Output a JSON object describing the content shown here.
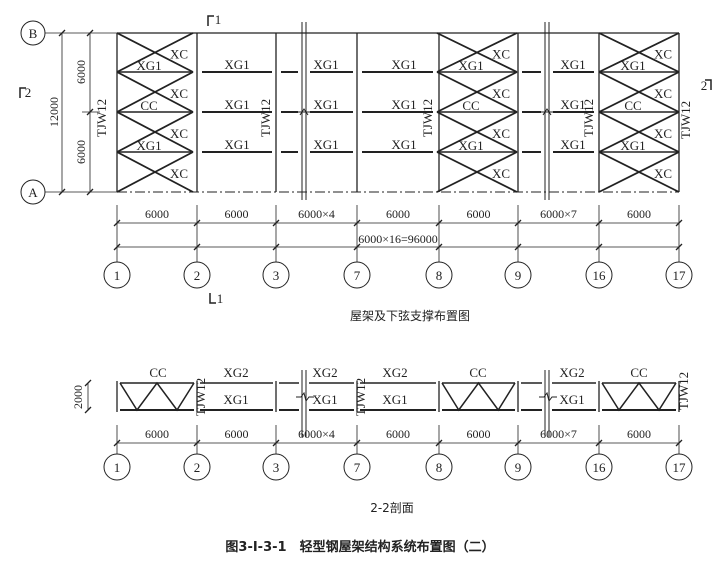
{
  "plan": {
    "axis_rows": [
      "B",
      "A"
    ],
    "row_dims": [
      "6000",
      "6000"
    ],
    "total_row_dim": "12000",
    "labels": {
      "xc": "XC",
      "xg1": "XG1",
      "cc": "CC",
      "tjw": "TJW12"
    },
    "bay_dims": [
      "6000",
      "6000",
      "6000×4",
      "6000",
      "6000",
      "6000×7",
      "6000"
    ],
    "total_dim": "6000×16=96000",
    "axes": [
      "1",
      "2",
      "3",
      "7",
      "8",
      "9",
      "16",
      "17"
    ],
    "section_marks": {
      "top": "1",
      "bottom": "1",
      "left": "2",
      "right": "2"
    },
    "title": "屋架及下弦支撑布置图"
  },
  "section": {
    "height_dim": "2000",
    "labels": {
      "cc": "CC",
      "xg1": "XG1",
      "xg2": "XG2",
      "tjw": "TJW12"
    },
    "bay_dims": [
      "6000",
      "6000",
      "6000×4",
      "6000",
      "6000",
      "6000×7",
      "6000"
    ],
    "axes": [
      "1",
      "2",
      "3",
      "7",
      "8",
      "9",
      "16",
      "17"
    ],
    "title": "2-2剖面"
  },
  "caption": "图3-Ⅰ-3-1　轻型钢屋架结构系统布置图（二）"
}
